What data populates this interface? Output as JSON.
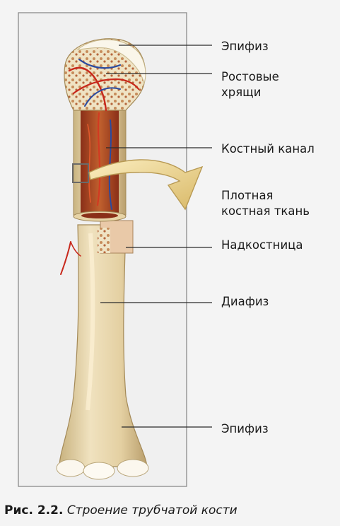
{
  "labels": {
    "epiphysis_top": "Эпифиз",
    "growth_cartilage": "Ростовые\nхрящи",
    "medullary_canal": "Костный канал",
    "compact_bone": "Плотная\nкостная ткань",
    "periosteum": "Надкостница",
    "diaphysis": "Диафиз",
    "epiphysis_bottom": "Эпифиз"
  },
  "caption": {
    "number": "Рис. 2.2.",
    "text": "Строение трубчатой кости"
  },
  "colors": {
    "bone": "#e8d8b0",
    "bone_shadow": "#c9b180",
    "marrow": "#b5482a",
    "vessel_red": "#c8281c",
    "vessel_blue": "#2a4aa0",
    "arrow": "#f0d890",
    "frame": "#888888"
  }
}
